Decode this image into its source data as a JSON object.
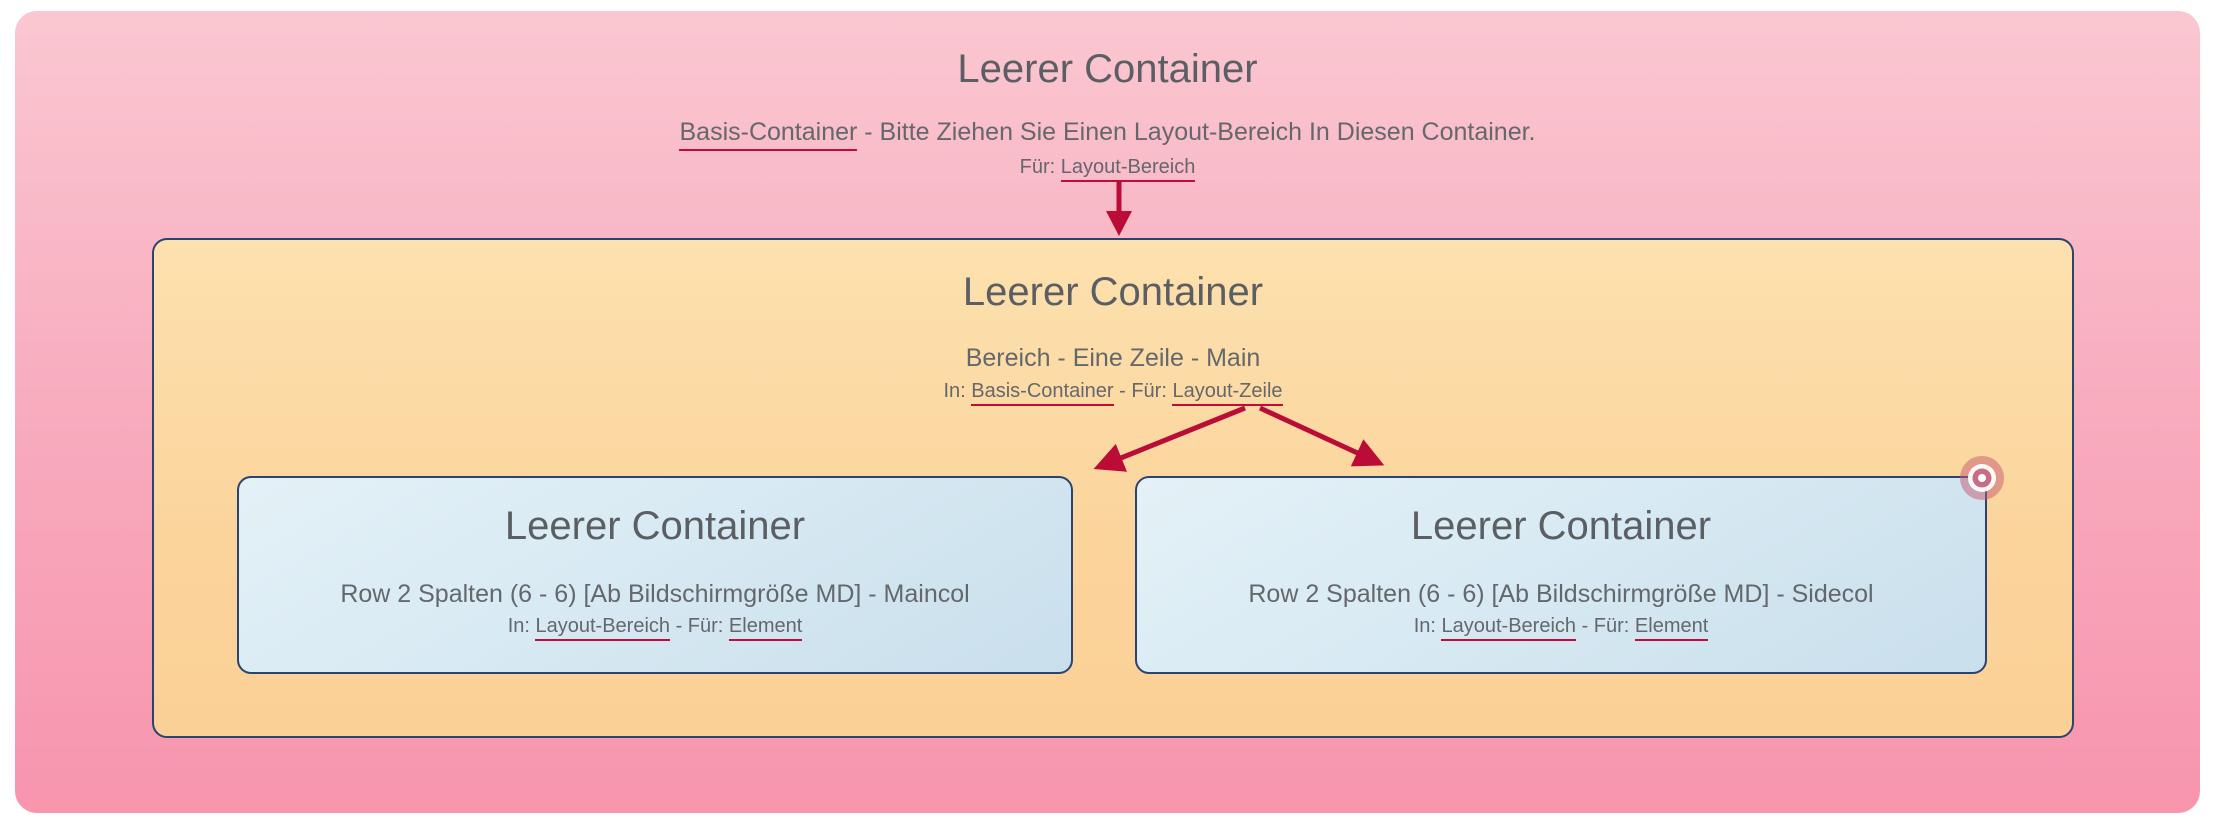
{
  "base": {
    "title": "Leerer Container",
    "desc_link": "Basis-Container",
    "desc_rest": " - Bitte Ziehen Sie Einen Layout-Bereich In Diesen Container.",
    "for_label": "Für: ",
    "for_link": "Layout-Bereich"
  },
  "area": {
    "title": "Leerer Container",
    "subtitle": "Bereich - Eine Zeile - Main",
    "in_label": "In: ",
    "in_link": "Basis-Container",
    "dash": " - ",
    "for_label": "Für: ",
    "for_link": "Layout-Zeile"
  },
  "columns": [
    {
      "title": "Leerer Container",
      "subtitle": "Row 2 Spalten (6 - 6) [Ab Bildschirmgröße MD] - Maincol",
      "in_label": "In: ",
      "in_link": "Layout-Bereich",
      "dash": " - ",
      "for_label": "Für: ",
      "for_link": "Element"
    },
    {
      "title": "Leerer Container",
      "subtitle": "Row 2 Spalten (6 - 6) [Ab Bildschirmgröße MD] - Sidecol",
      "in_label": "In: ",
      "in_link": "Layout-Bereich",
      "dash": " - ",
      "for_label": "Für: ",
      "for_link": "Element"
    }
  ],
  "icons": {
    "arrow_down": "arrow-down-icon",
    "arrows_split": "split-arrows-icon",
    "drop_target": "drop-target-bullseye-icon"
  },
  "colors": {
    "canvas_bg": "#ffffff",
    "base_pink_top": "#fac7d1",
    "base_pink_bottom": "#f795ac",
    "area_orange_top": "#fde1ae",
    "area_orange_bottom": "#fbd096",
    "column_blue_top": "#e4f1f7",
    "column_blue_bottom": "#c9dfec",
    "border_navy": "#2a4470",
    "accent_crimson": "#ba0c36",
    "title_gray": "#5b5e63",
    "body_gray": "#64686d"
  }
}
